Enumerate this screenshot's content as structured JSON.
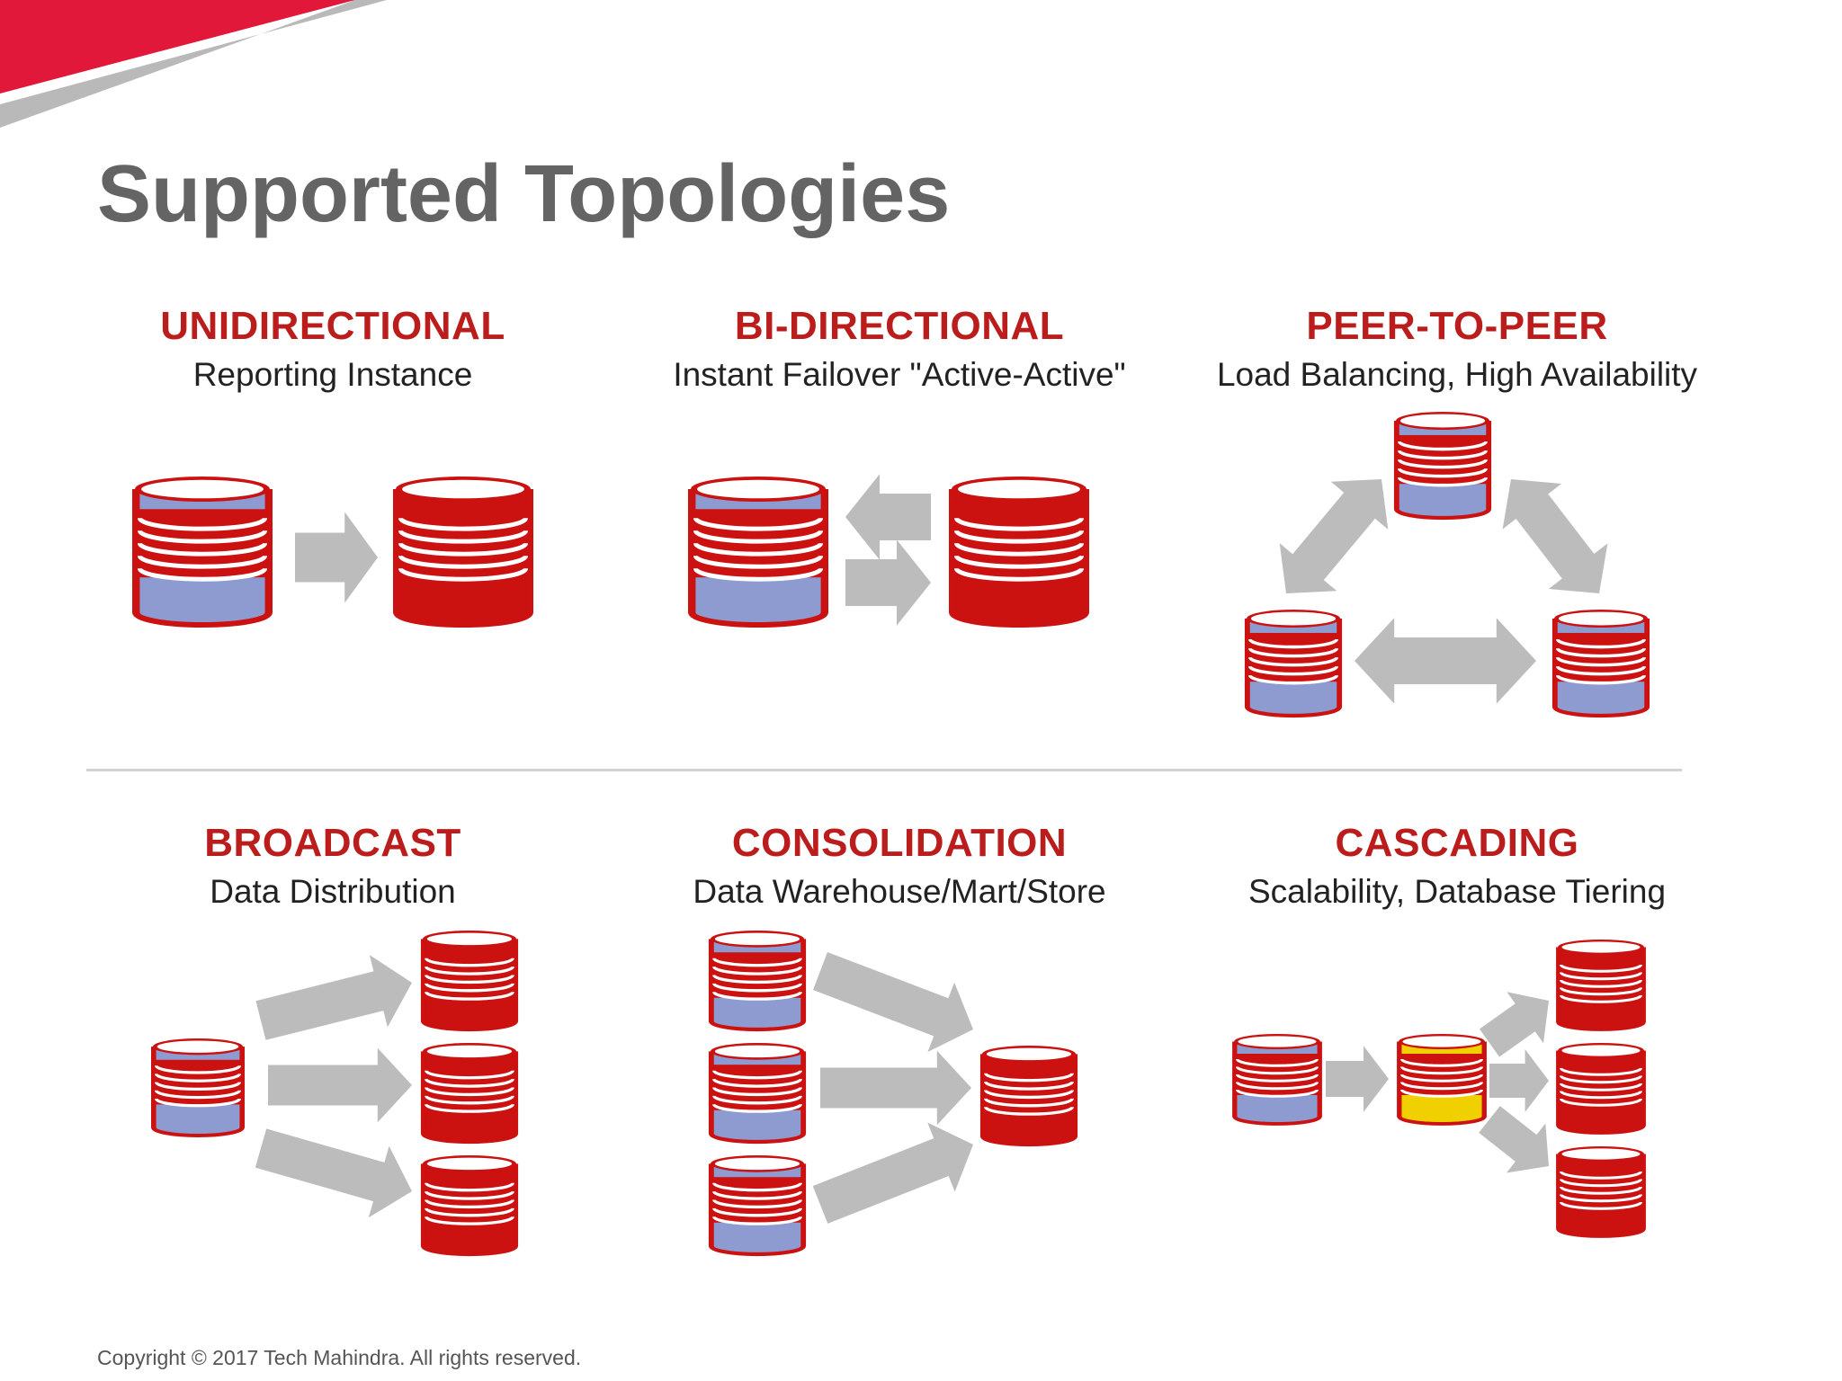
{
  "slide": {
    "title": "Supported Topologies",
    "copyright": "Copyright © 2017 Tech Mahindra. All rights reserved."
  },
  "colors": {
    "accent_red": "#bb1c1c",
    "db_red": "#cc1111",
    "db_blue": "#8e9bd0",
    "db_yellow": "#f0d000",
    "arrow_gray": "#bcbcbc",
    "corner_red": "#e2183a",
    "corner_gray": "#b9b9b9"
  },
  "topologies": [
    {
      "name": "UNIDIRECTIONAL",
      "subtitle": "Reporting Instance"
    },
    {
      "name": "BI-DIRECTIONAL",
      "subtitle": "Instant Failover \"Active-Active\""
    },
    {
      "name": "PEER-TO-PEER",
      "subtitle": "Load Balancing, High Availability"
    },
    {
      "name": "BROADCAST",
      "subtitle": "Data Distribution"
    },
    {
      "name": "CONSOLIDATION",
      "subtitle": "Data Warehouse/Mart/Store"
    },
    {
      "name": "CASCADING",
      "subtitle": "Scalability, Database Tiering"
    }
  ]
}
